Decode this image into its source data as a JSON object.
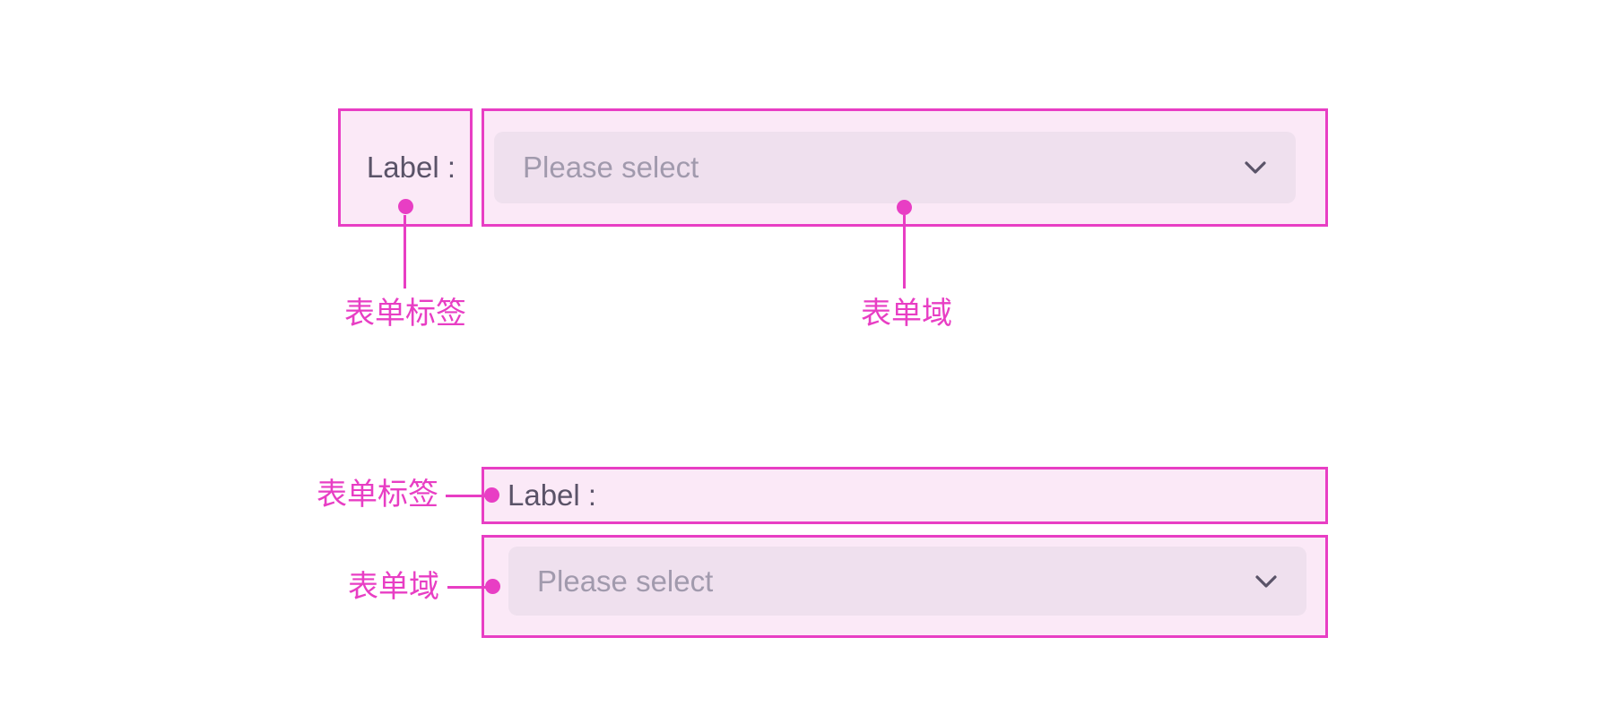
{
  "colors": {
    "annotation": "#E83EC4",
    "box_fill": "#FBE9F7",
    "control_fill": "#EFE0EE",
    "label_text": "#5A5368",
    "placeholder_text": "#A19AAD",
    "chevron": "#5A5368",
    "background": "#FFFFFF"
  },
  "horizontal_form": {
    "label": "Label :",
    "field_placeholder": "Please select",
    "label_annotation": "表单标签",
    "field_annotation": "表单域"
  },
  "vertical_form": {
    "label": "Label :",
    "field_placeholder": "Please select",
    "label_annotation": "表单标签",
    "field_annotation": "表单域"
  },
  "icons": {
    "select_dropdown": "chevron-down-icon",
    "callout_marker": "dot"
  }
}
